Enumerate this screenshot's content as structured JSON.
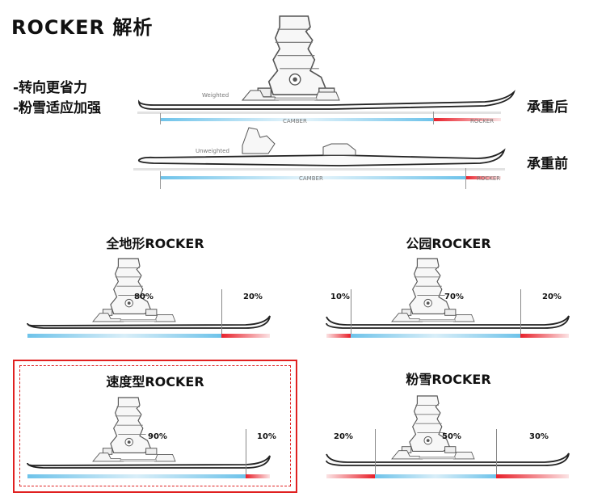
{
  "title": "ROCKER 解析",
  "features": [
    "-转向更省力",
    "-粉雪适应加强"
  ],
  "top": {
    "weighted": {
      "label": "Weighted",
      "camber": "CAMBER",
      "rocker": "ROCKER",
      "side": "承重后"
    },
    "unweighted": {
      "label": "Unweighted",
      "camber": "CAMBER",
      "rocker": "ROCKER",
      "side": "承重前"
    }
  },
  "types": [
    {
      "key": "allmountain",
      "name": "全地形ROCKER",
      "segments": [
        {
          "pct": "80%",
          "value": 80,
          "kind": "camber"
        },
        {
          "pct": "20%",
          "value": 20,
          "kind": "rocker"
        }
      ]
    },
    {
      "key": "park",
      "name": "公园ROCKER",
      "segments": [
        {
          "pct": "10%",
          "value": 10,
          "kind": "rocker"
        },
        {
          "pct": "70%",
          "value": 70,
          "kind": "camber"
        },
        {
          "pct": "20%",
          "value": 20,
          "kind": "rocker"
        }
      ]
    },
    {
      "key": "speed",
      "name": "速度型ROCKER",
      "segments": [
        {
          "pct": "90%",
          "value": 90,
          "kind": "camber"
        },
        {
          "pct": "10%",
          "value": 10,
          "kind": "rocker"
        }
      ],
      "highlighted": true
    },
    {
      "key": "powder",
      "name": "粉雪ROCKER",
      "segments": [
        {
          "pct": "20%",
          "value": 20,
          "kind": "rocker"
        },
        {
          "pct": "50%",
          "value": 50,
          "kind": "camber"
        },
        {
          "pct": "30%",
          "value": 30,
          "kind": "rocker"
        }
      ]
    }
  ],
  "colors": {
    "camber": "#6ec3ea",
    "rocker": "#e8202a",
    "highlight": "#e02020"
  }
}
